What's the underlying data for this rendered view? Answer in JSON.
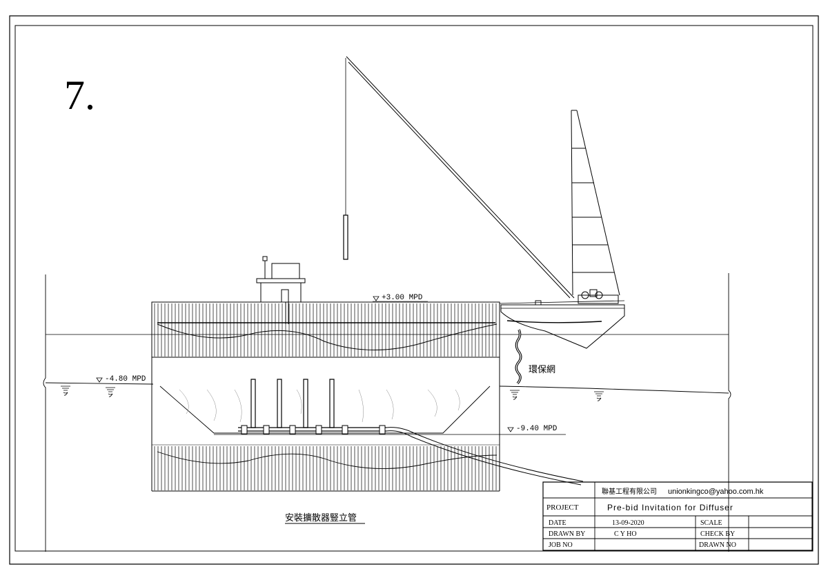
{
  "sheet_number": "7.",
  "levels": {
    "deck": "+3.00 MPD",
    "seabed": "-4.80 MPD",
    "dredge": "-9.40 MPD"
  },
  "labels": {
    "silt_curtain": "環保網",
    "caption": "安裝擴散器豎立管"
  },
  "title_block": {
    "company": "聯基工程有限公司",
    "email": "unionkingco@yahoo.com.hk",
    "project_label": "PROJECT",
    "project_value": "Pre-bid Invitation for Diffuser",
    "date_label": "DATE",
    "date_value": "13-09-2020",
    "scale_label": "SCALE",
    "scale_value": "",
    "drawn_by_label": "DRAWN BY",
    "drawn_by_value": "C Y HO",
    "check_by_label": "CHECK BY",
    "check_by_value": "",
    "job_no_label": "JOB NO",
    "job_no_value": "",
    "drawn_no_label": "DRAWN NO",
    "drawn_no_value": ""
  }
}
